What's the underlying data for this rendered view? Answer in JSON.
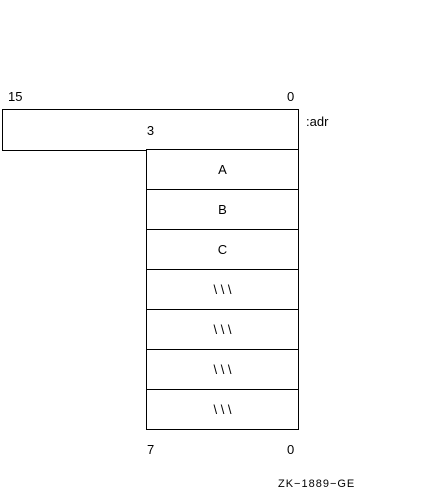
{
  "bit_labels": {
    "top_left": "15",
    "top_right": "0",
    "bottom_left": "7",
    "bottom_right": "0"
  },
  "address_label": ":adr",
  "word_box": {
    "value": "3"
  },
  "byte_rows": [
    {
      "value": "A"
    },
    {
      "value": "B"
    },
    {
      "value": "C"
    },
    {
      "value": "\\ \\ \\"
    },
    {
      "value": "\\ \\ \\"
    },
    {
      "value": "\\ \\ \\"
    },
    {
      "value": "\\ \\ \\"
    }
  ],
  "figure_id": "ZK−1889−GE"
}
